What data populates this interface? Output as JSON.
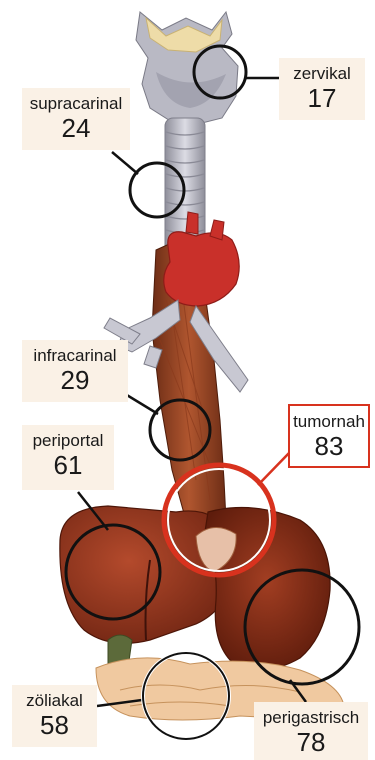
{
  "labels": {
    "zervikal": {
      "name": "zervikal",
      "value": "17"
    },
    "supracarinal": {
      "name": "supracarinal",
      "value": "24"
    },
    "infracarinal": {
      "name": "infracarinal",
      "value": "29"
    },
    "tumornah": {
      "name": "tumornah",
      "value": "83"
    },
    "periportal": {
      "name": "periportal",
      "value": "61"
    },
    "zoeliakal": {
      "name": "zöliakal",
      "value": "58"
    },
    "perigastrisch": {
      "name": "perigastrisch",
      "value": "78"
    }
  },
  "colors": {
    "label_background": "#faf1e6",
    "highlight": "#d8321e",
    "circle": "#111111"
  }
}
